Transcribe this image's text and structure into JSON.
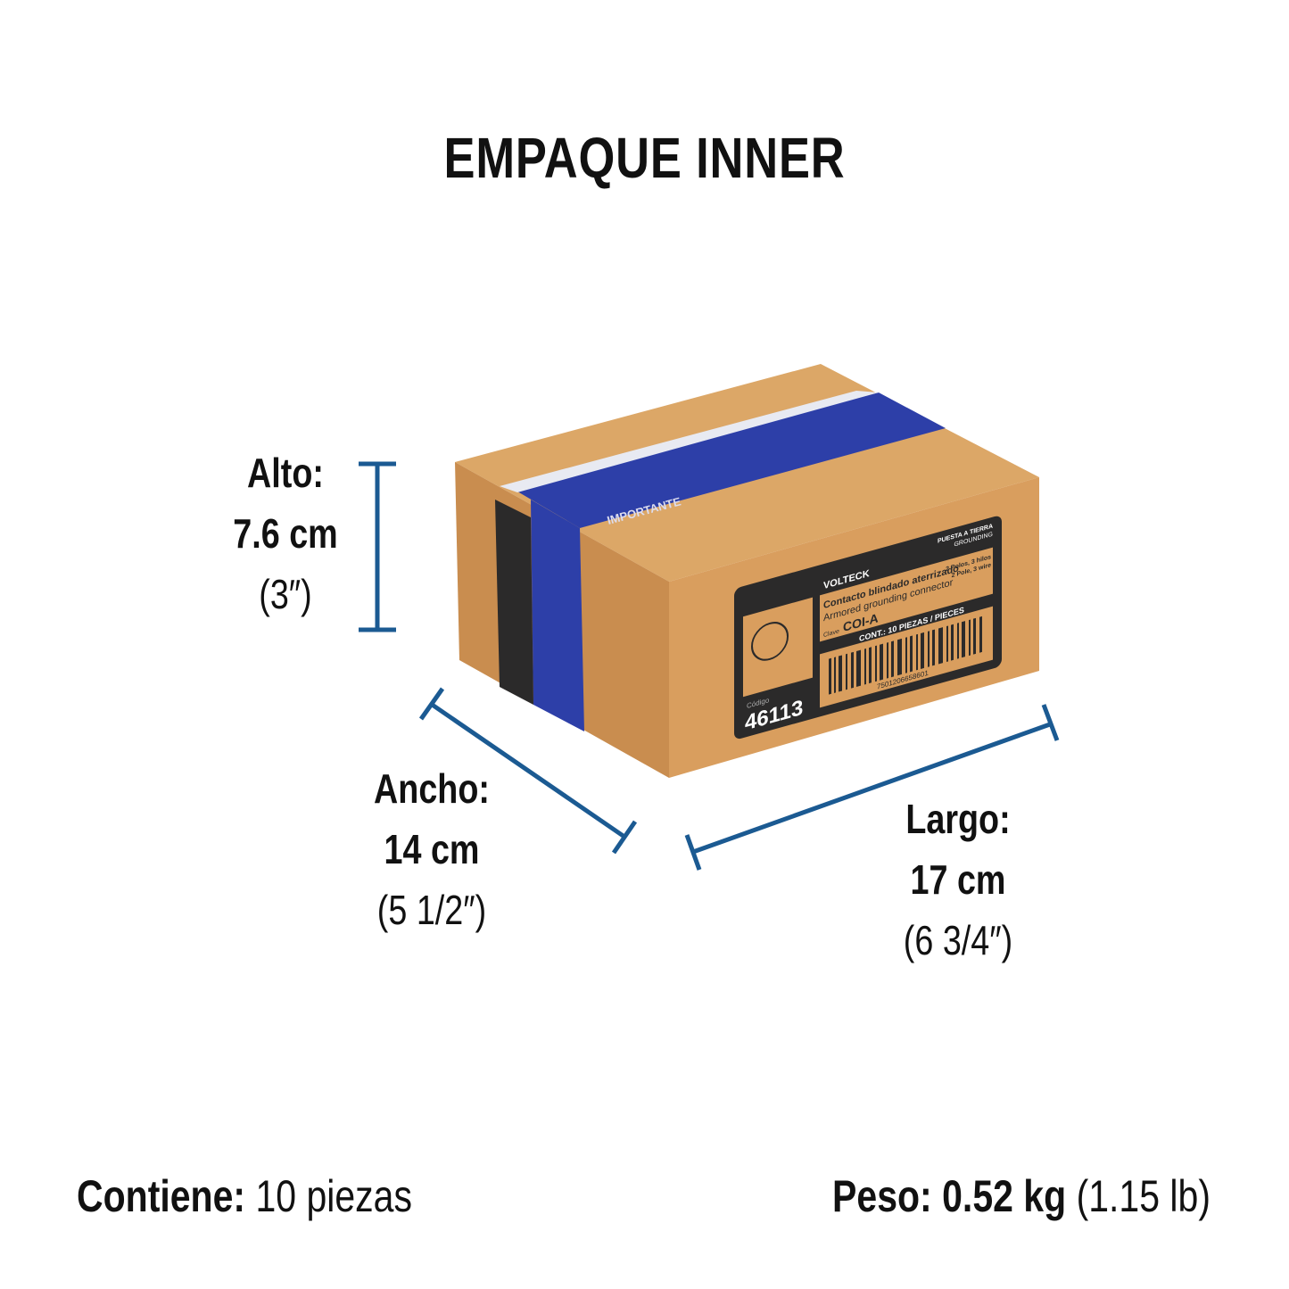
{
  "title": "EMPAQUE INNER",
  "dimensions": {
    "alto": {
      "label": "Alto:",
      "metric": "7.6 cm",
      "imperial": "(3″)"
    },
    "ancho": {
      "label": "Ancho:",
      "metric": "14 cm",
      "imperial": "(5 1/2″)"
    },
    "largo": {
      "label": "Largo:",
      "metric": "17 cm",
      "imperial": "(6 3/4″)"
    }
  },
  "contents": {
    "label": "Contiene:",
    "value": "10 piezas"
  },
  "weight": {
    "label": "Peso:",
    "value": "0.52 kg",
    "imperial": "(1.15 lb)"
  },
  "box_label": {
    "brand": "VOLTECK",
    "product_es": "Contacto blindado aterrizado",
    "product_en": "Armored grounding connector",
    "grounding_es": "PUESTA A TIERRA",
    "grounding_en": "GROUNDING",
    "poles_es": "2 Polos, 3 hilos",
    "poles_en": "2 Pole, 3 wire",
    "clave_label": "Clave",
    "clave": "COI-A",
    "cont": "CONT.: 10 PIEZAS / PIECES",
    "barcode": "7501206658601",
    "codigo_label": "Código",
    "codigo": "46113",
    "tape_text": "IMPORTANTE"
  },
  "colors": {
    "dimension_line": "#1b5a92",
    "cardboard": "#d9a060",
    "tape": "#2d3fa8",
    "label": "#2b2a2a"
  }
}
